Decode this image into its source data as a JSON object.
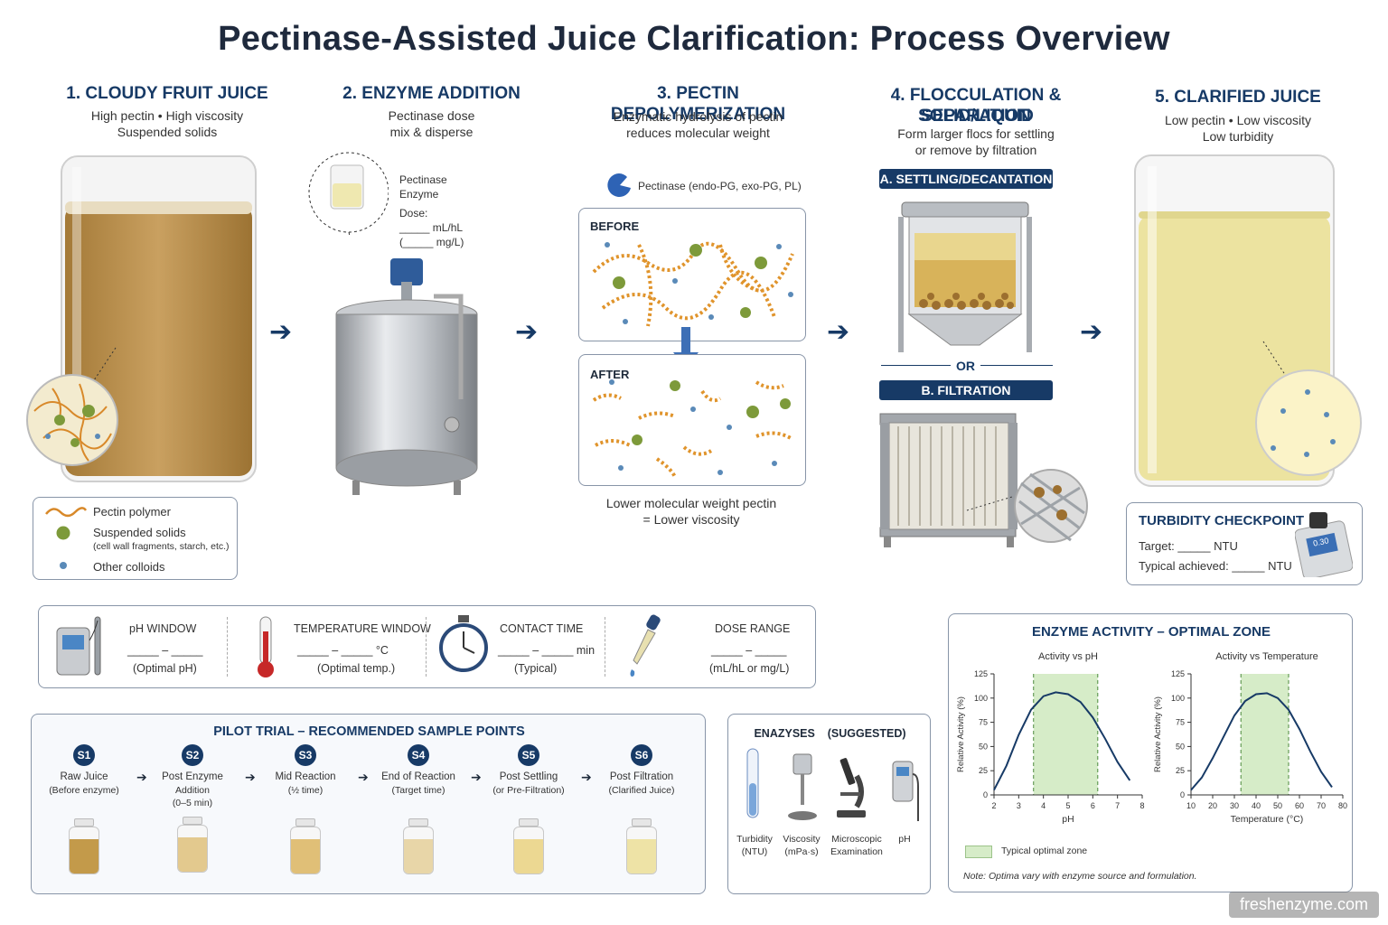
{
  "title": "Pectinase-Assisted Juice Clarification: Process Overview",
  "steps": [
    {
      "title": "1. CLOUDY FRUIT JUICE",
      "sub1": "High pectin  •  High viscosity",
      "sub2": "Suspended solids"
    },
    {
      "title": "2. ENZYME ADDITION",
      "sub1": "Pectinase dose",
      "sub2": "mix & disperse"
    },
    {
      "title": "3. PECTIN DEPOLYMERIZATION",
      "sub1": "Enzymatic hydrolysis of pectin",
      "sub2": "reduces molecular weight"
    },
    {
      "title1": "4. FLOCCULATION & SOLID/LIQUID",
      "title2": "SEPARATION",
      "sub1": "Form larger flocs for settling",
      "sub2": "or remove by filtration"
    },
    {
      "title": "5. CLARIFIED JUICE",
      "sub1": "Low pectin  •  Low viscosity",
      "sub2": "Low turbidity"
    }
  ],
  "legend": {
    "pectin": "Pectin polymer",
    "solids": "Suspended solids",
    "solids_note": "(cell wall fragments, starch, etc.)",
    "colloids": "Other colloids"
  },
  "enzyme_callout": {
    "line1": "Pectinase",
    "line2": "Enzyme",
    "line3": "Dose:",
    "line4": "_____ mL/hL",
    "line5": "(_____ mg/L)"
  },
  "depoly": {
    "enzyme_label": "Pectinase (endo-PG, exo-PG, PL)",
    "before": "BEFORE",
    "after": "AFTER",
    "result1": "Lower molecular weight pectin",
    "result2": "= Lower viscosity"
  },
  "separation": {
    "a_label": "A. SETTLING/DECANTATION",
    "or": "OR",
    "b_label": "B. FILTRATION"
  },
  "turbidity": {
    "title": "TURBIDITY CHECKPOINT",
    "target": "Target:  _____ NTU",
    "typical": "Typical achieved:  _____ NTU",
    "meter_display": "0.30"
  },
  "params": [
    {
      "title": "pH WINDOW",
      "blank": "_____  –  _____",
      "note": "(Optimal pH)"
    },
    {
      "title": "TEMPERATURE WINDOW",
      "blank": "_____  –  _____  °C",
      "note": "(Optimal temp.)"
    },
    {
      "title": "CONTACT TIME",
      "blank": "_____  –  _____  min",
      "note": "(Typical)"
    },
    {
      "title": "DOSE RANGE",
      "blank": "_____  –  _____",
      "note": "(mL/hL or mg/L)"
    }
  ],
  "pilot": {
    "title": "PILOT TRIAL – RECOMMENDED SAMPLE POINTS",
    "samples": [
      {
        "id": "S1",
        "name": "Raw Juice",
        "note1": "(Before enzyme)",
        "note2": "",
        "color": "#c39a4a"
      },
      {
        "id": "S2",
        "name": "Post Enzyme",
        "note1": "Addition",
        "note2": "(0–5 min)",
        "color": "#e3c98e"
      },
      {
        "id": "S3",
        "name": "Mid Reaction",
        "note1": "(½ time)",
        "note2": "",
        "color": "#e0bf77"
      },
      {
        "id": "S4",
        "name": "End of Reaction",
        "note1": "(Target time)",
        "note2": "",
        "color": "#e8d6a8"
      },
      {
        "id": "S5",
        "name": "Post Settling",
        "note1": "(or Pre-Filtration)",
        "note2": "",
        "color": "#ecd892"
      },
      {
        "id": "S6",
        "name": "Post Filtration",
        "note1": "(Clarified Juice)",
        "note2": "",
        "color": "#eee3a6"
      }
    ]
  },
  "analyses": {
    "title": "ENAZYSES    (SUGGESTED)",
    "items": [
      {
        "name": "Turbidity",
        "unit": "(NTU)"
      },
      {
        "name": "Viscosity",
        "unit": "(mPa·s)"
      },
      {
        "name": "Microscopic",
        "unit": "Examination"
      },
      {
        "name": "pH",
        "unit": ""
      }
    ]
  },
  "activity": {
    "title": "ENZYME ACTIVITY – OPTIMAL ZONE",
    "legend": "Typical optimal zone",
    "note": "Note: Optima vary with enzyme source and formulation."
  },
  "chart_data": [
    {
      "type": "line",
      "title": "Activity vs pH",
      "xlabel": "pH",
      "ylabel": "Relative Activity (%)",
      "xlim": [
        2,
        8
      ],
      "ylim": [
        0,
        125
      ],
      "xticks": [
        2,
        3,
        4,
        5,
        6,
        7,
        8
      ],
      "yticks": [
        0,
        25,
        50,
        75,
        100,
        125
      ],
      "optimal_zone": [
        3.6,
        6.2
      ],
      "x": [
        2,
        2.5,
        3,
        3.5,
        4,
        4.5,
        5,
        5.5,
        6,
        6.5,
        7,
        7.5
      ],
      "y": [
        5,
        30,
        62,
        88,
        102,
        106,
        104,
        96,
        80,
        58,
        34,
        15
      ]
    },
    {
      "type": "line",
      "title": "Activity vs Temperature",
      "xlabel": "Temperature (°C)",
      "ylabel": "Relative Activity (%)",
      "xlim": [
        10,
        80
      ],
      "ylim": [
        0,
        125
      ],
      "xticks": [
        10,
        20,
        30,
        40,
        50,
        60,
        70,
        80
      ],
      "yticks": [
        0,
        25,
        50,
        75,
        100,
        125
      ],
      "optimal_zone": [
        33,
        55
      ],
      "x": [
        10,
        15,
        20,
        25,
        30,
        35,
        40,
        45,
        50,
        55,
        60,
        65,
        70,
        75
      ],
      "y": [
        5,
        18,
        38,
        60,
        82,
        97,
        104,
        105,
        100,
        88,
        68,
        45,
        24,
        8
      ]
    }
  ],
  "watermark": "freshenzyme.com",
  "colors": {
    "navy": "#173a66",
    "juice_cloudy": "#b58a45",
    "juice_clear": "#efe6a6",
    "zone": "#d6ecc8",
    "curve": "#173a66"
  }
}
